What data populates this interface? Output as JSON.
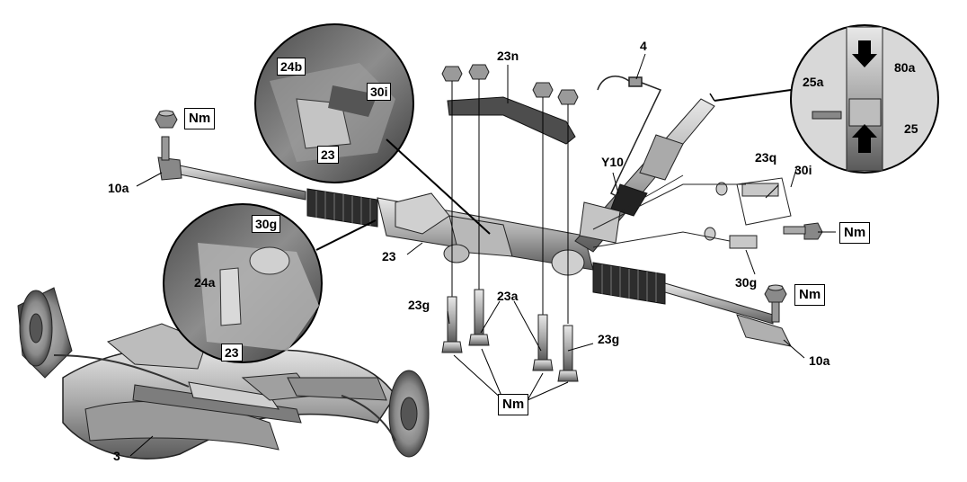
{
  "labels": {
    "l24b": "24b",
    "l30i_top": "30i",
    "l23_top": "23",
    "l23n": "23n",
    "l4": "4",
    "l80a": "80a",
    "l25a": "25a",
    "l25": "25",
    "nm_left": "Nm",
    "l10a_left": "10a",
    "lY10": "Y10",
    "l23q": "23q",
    "l30i_right": "30i",
    "nm_right": "Nm",
    "l30g_circle": "30g",
    "l24a": "24a",
    "l23_circle": "23",
    "l23_main": "23",
    "l30g_right": "30g",
    "nm_right_low": "Nm",
    "l10a_right": "10a",
    "l23g_left": "23g",
    "l23a": "23a",
    "l23g_right": "23g",
    "nm_bottom": "Nm",
    "l3": "3"
  },
  "colors": {
    "line": "#000000",
    "metal_dark": "#3a3a3a",
    "metal_mid": "#8a8a8a",
    "metal_light": "#c8c8c8",
    "photo_bg": "#6b6b6b"
  }
}
